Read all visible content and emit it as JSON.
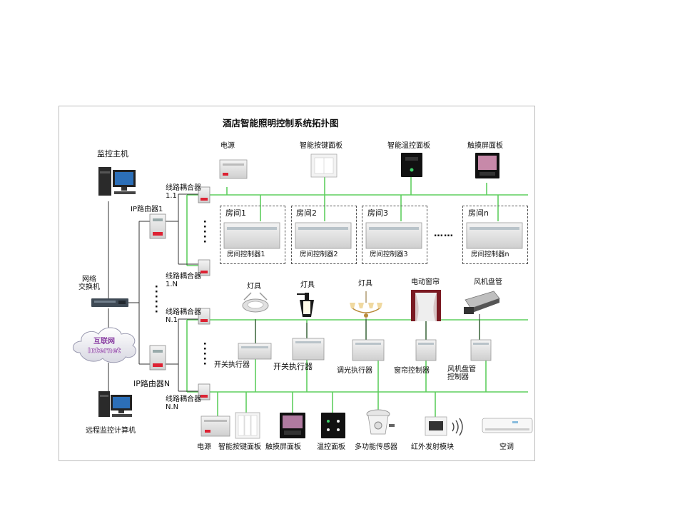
{
  "title": "酒店智能照明控制系统拓扑图",
  "top_devices": [
    {
      "id": "power_top",
      "label": "电源"
    },
    {
      "id": "smart_panel_top",
      "label": "智能按键面板"
    },
    {
      "id": "smart_temp_top",
      "label": "智能温控面板"
    },
    {
      "id": "touch_top",
      "label": "触摸屏面板"
    }
  ],
  "monitor_host": "监控主机",
  "ip_router_1": "IP路由器1",
  "ip_router_n": "IP路由器N",
  "network_switch": "网络\n交换机",
  "internet": {
    "line1": "互联网",
    "line2": "Internet"
  },
  "remote_computer": "远程监控计算机",
  "couplers": [
    {
      "id": "c_1_1",
      "label": "线路耦合器\n1.1"
    },
    {
      "id": "c_1_n",
      "label": "线路耦合器\n1.N"
    },
    {
      "id": "c_n_1",
      "label": "线路耦合器\nN.1"
    },
    {
      "id": "c_n_n",
      "label": "线路耦合器\nN.N"
    }
  ],
  "rooms": [
    {
      "name": "房间1",
      "controller": "房间控制器1"
    },
    {
      "name": "房间2",
      "controller": "房间控制器2"
    },
    {
      "name": "房间3",
      "controller": "房间控制器3"
    },
    {
      "name": "房间n",
      "controller": "房间控制器n"
    }
  ],
  "rooms_ellipsis": "……",
  "loads": [
    {
      "id": "downlight",
      "label": "灯具"
    },
    {
      "id": "wall_lamp",
      "label": "灯具"
    },
    {
      "id": "chandelier",
      "label": "灯具"
    },
    {
      "id": "curtain",
      "label": "电动窗帘"
    },
    {
      "id": "fan_coil",
      "label": "风机盘管"
    }
  ],
  "actuators": [
    {
      "id": "switch_act_1",
      "label": "开关执行器"
    },
    {
      "id": "switch_act_2",
      "label": "开关执行器"
    },
    {
      "id": "dimmer_act",
      "label": "调光执行器"
    },
    {
      "id": "curtain_ctrl",
      "label": "窗帘控制器"
    },
    {
      "id": "fancoil_ctrl",
      "label": "风机盘管\n控制器"
    }
  ],
  "bottom_devices": [
    {
      "id": "power_bottom",
      "label": "电源"
    },
    {
      "id": "key_panel",
      "label": "智能按键面板"
    },
    {
      "id": "touch_panel",
      "label": "触摸屏面板"
    },
    {
      "id": "temp_panel",
      "label": "温控面板"
    },
    {
      "id": "sensor",
      "label": "多功能传感器"
    },
    {
      "id": "ir_module",
      "label": "红外发射模块"
    },
    {
      "id": "ac",
      "label": "空调"
    }
  ],
  "colors": {
    "bus": "#5fcf5f",
    "wire": "#333333",
    "dashed": "#555555",
    "internet_text": "#8a3fa3",
    "frame": "#bdbdbd"
  }
}
